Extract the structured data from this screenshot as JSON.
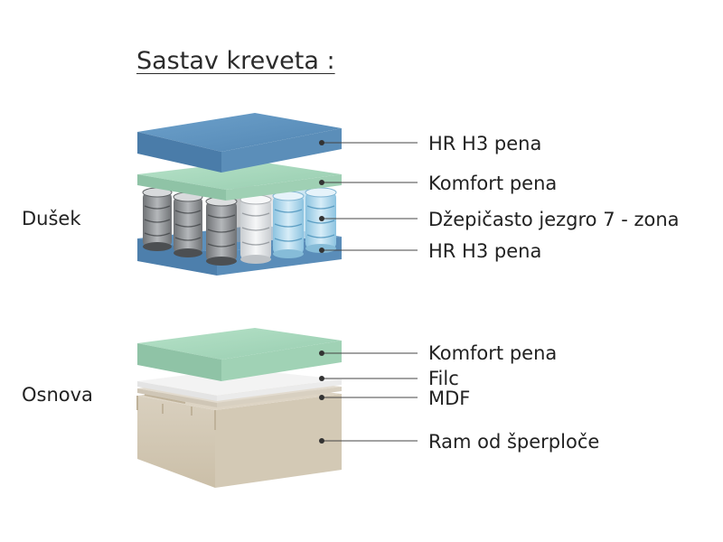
{
  "title": "Sastav kreveta :",
  "sections": {
    "mattress": {
      "label": "Dušek",
      "layers": [
        "HR H3 pena",
        "Komfort pena",
        "Džepičasto jezgro 7 - zona",
        "HR H3 pena"
      ]
    },
    "base": {
      "label": "Osnova",
      "layers": [
        "Komfort pena",
        "Filc",
        "MDF",
        "Ram od šperploče"
      ]
    }
  },
  "colors": {
    "hr_foam": "#5b8fbb",
    "comfort_foam": "#a8d9bd",
    "felt": "#f1f1f1",
    "frame": "#d6ccb9",
    "spring_grey": "#8f9396",
    "spring_white": "#e6e8ea",
    "spring_blue": "#b8dcee",
    "leader_line": "#444444"
  }
}
